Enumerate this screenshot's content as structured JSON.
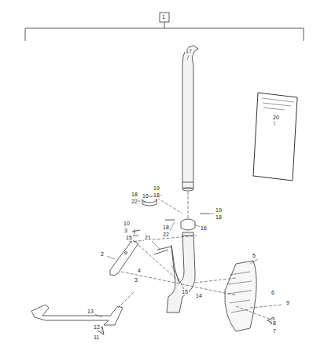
{
  "diagram": {
    "labels": [
      "1",
      "17",
      "20",
      "18",
      "22",
      "16",
      "19",
      "18",
      "19",
      "18",
      "18",
      "22",
      "16",
      "10",
      "3",
      "15",
      "2",
      "21",
      "4",
      "3",
      "5",
      "15",
      "14",
      "6",
      "9",
      "13",
      "8",
      "7",
      "12",
      "11"
    ]
  }
}
